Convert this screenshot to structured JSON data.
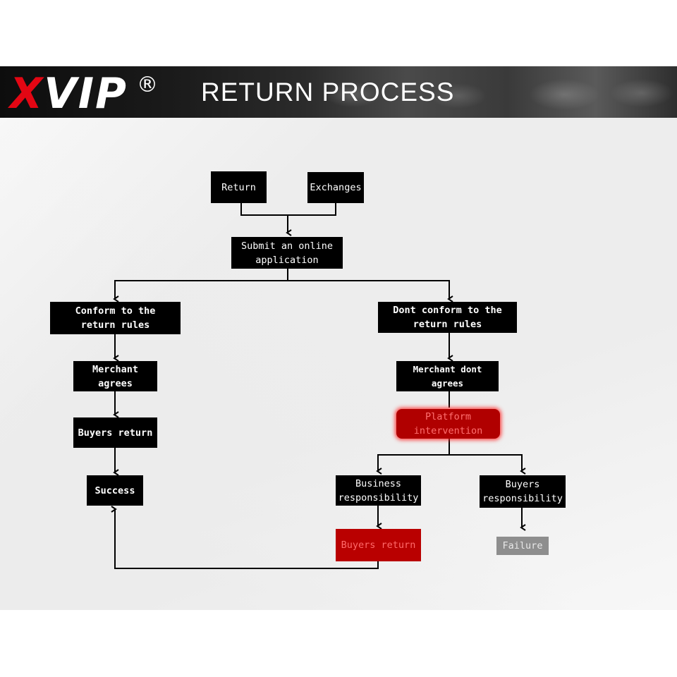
{
  "header": {
    "logo_x": "X",
    "logo_rest": "VIP",
    "logo_reg": "®",
    "title": "RETURN PROCESS"
  },
  "flow": {
    "return": "Return",
    "exchanges": "Exchanges",
    "submit": "Submit an online\napplication",
    "conform": "Conform to the\nreturn rules",
    "dont_conform": "Dont conform to the\nreturn rules",
    "merchant_agrees": "Merchant agrees",
    "merchant_dont_agrees": "Merchant dont agrees",
    "buyers_return_left": "Buyers return",
    "platform": "Platform\nintervention",
    "success": "Success",
    "business_resp": "Business\nresponsibility",
    "buyers_resp": "Buyers\nresponsibility",
    "buyers_return_red": "Buyers return",
    "failure": "Failure"
  },
  "colors": {
    "box": "#000000",
    "highlight": "#b90000",
    "failure": "#8e8e8e",
    "logo_accent": "#e30613"
  }
}
